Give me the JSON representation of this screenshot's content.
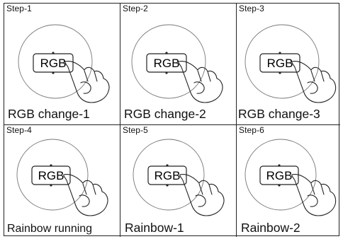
{
  "panels": [
    {
      "step": "Step-1",
      "button": "RGB",
      "caption": "RGB change-1"
    },
    {
      "step": "Step-2",
      "button": "RGB",
      "caption": "RGB change-2"
    },
    {
      "step": "Step-3",
      "button": "RGB",
      "caption": "RGB change-3"
    },
    {
      "step": "Step-4",
      "button": "RGB",
      "caption": "Rainbow running"
    },
    {
      "step": "Step-5",
      "button": "RGB",
      "caption": "Rainbow-1"
    },
    {
      "step": "Step-6",
      "button": "RGB",
      "caption": "Rainbow-2"
    }
  ]
}
